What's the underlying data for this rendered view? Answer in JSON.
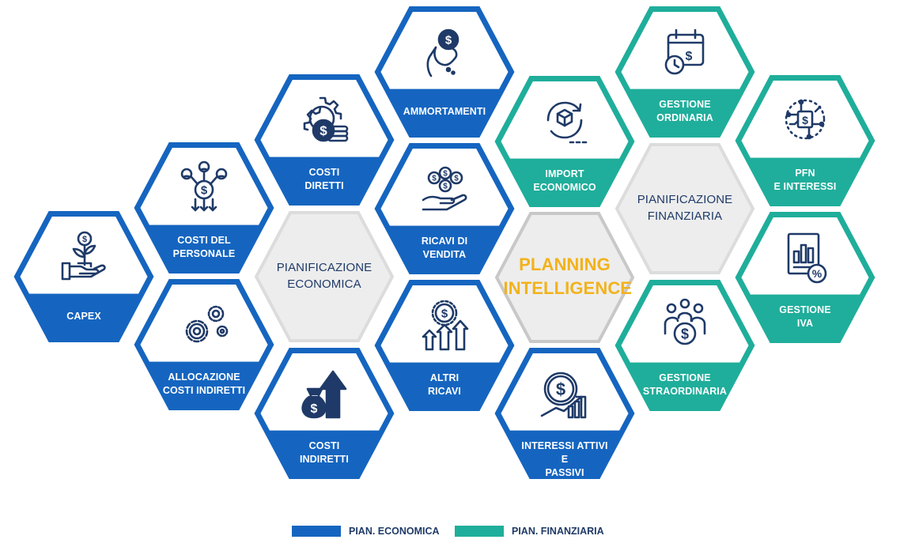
{
  "colors": {
    "economica": "#1565c0",
    "finanziaria": "#1fae9b",
    "hub_fill": "#ededed",
    "icon": "#1f3a68",
    "core_text": "#f2b21b"
  },
  "center": {
    "label": "Planning\nIntelligence"
  },
  "hubs": [
    {
      "id": "economica",
      "label": "PIANIFICAZIONE\nECONOMICA"
    },
    {
      "id": "finanziaria",
      "label": "PIANIFICAZIONE\nFINANZIARIA"
    }
  ],
  "tiles": [
    {
      "id": "capex",
      "label": "CAPEX",
      "group": "economica",
      "icon": "plant-money-hand-icon"
    },
    {
      "id": "costi-personale",
      "label": "COSTI DEL\nPERSONALE",
      "group": "economica",
      "icon": "people-cost-icon"
    },
    {
      "id": "allocazione",
      "label": "ALLOCAZIONE\nCOSTI INDIRETTI",
      "group": "economica",
      "icon": "gears-icon"
    },
    {
      "id": "costi-diretti",
      "label": "COSTI\nDIRETTI",
      "group": "economica",
      "icon": "gear-coins-icon"
    },
    {
      "id": "costi-indiretti",
      "label": "COSTI\nINDIRETTI",
      "group": "economica",
      "icon": "money-bag-arrow-icon"
    },
    {
      "id": "ammortamenti",
      "label": "AMMORTAMENTI",
      "group": "economica",
      "icon": "hand-coin-icon"
    },
    {
      "id": "ricavi-vendita",
      "label": "RICAVI DI\nVENDITA",
      "group": "economica",
      "icon": "hand-coins-icon"
    },
    {
      "id": "altri-ricavi",
      "label": "ALTRI\nRICAVI",
      "group": "economica",
      "icon": "coin-arrows-up-icon"
    },
    {
      "id": "import-economico",
      "label": "IMPORT\nECONOMICO",
      "group": "finanziaria",
      "icon": "box-cycle-icon"
    },
    {
      "id": "interessi",
      "label": "INTERESSI ATTIVI E\nPASSIVI",
      "group": "economica",
      "icon": "dollar-growth-icon"
    },
    {
      "id": "gestione-ordinaria",
      "label": "GESTIONE\nORDINARIA",
      "group": "finanziaria",
      "icon": "calendar-dollar-icon"
    },
    {
      "id": "pfn",
      "label": "PFN\nE INTERESSI",
      "group": "finanziaria",
      "icon": "circuit-dollar-icon"
    },
    {
      "id": "gestione-iva",
      "label": "GESTIONE\nIVA",
      "group": "finanziaria",
      "icon": "report-percent-icon"
    },
    {
      "id": "gestione-straordinaria",
      "label": "GESTIONE\nSTRAORDINARIA",
      "group": "finanziaria",
      "icon": "people-coin-icon"
    }
  ],
  "legend": [
    {
      "label": "PIAN. ECONOMICA",
      "group": "economica"
    },
    {
      "label": "PIAN. FINANZIARIA",
      "group": "finanziaria"
    }
  ]
}
